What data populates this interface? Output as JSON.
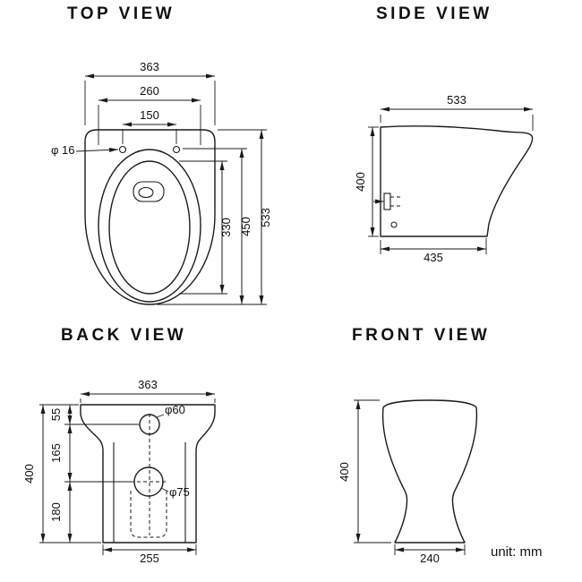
{
  "page": {
    "unit_label": "unit: mm"
  },
  "colors": {
    "ink": "#1b1b1b",
    "background": "#ffffff"
  },
  "top_view": {
    "title": "TOP VIEW",
    "dim_width_overall": "363",
    "dim_width_seat": "260",
    "dim_hole_spacing": "150",
    "dim_hole_diameter": "φ 16",
    "dim_length_overall": "533",
    "dim_length_seat": "450",
    "dim_length_opening": "330"
  },
  "side_view": {
    "title": "SIDE VIEW",
    "dim_length_top": "533",
    "dim_height": "400",
    "dim_base_length": "435"
  },
  "back_view": {
    "title": "BACK VIEW",
    "dim_width_overall": "363",
    "dim_seg_top": "55",
    "dim_seg_mid": "165",
    "dim_seg_bottom": "180",
    "dim_height": "400",
    "dim_hole_small": "φ60",
    "dim_hole_large": "φ75",
    "dim_base_width": "255"
  },
  "front_view": {
    "title": "FRONT VIEW",
    "dim_height": "400",
    "dim_base_width": "240"
  }
}
